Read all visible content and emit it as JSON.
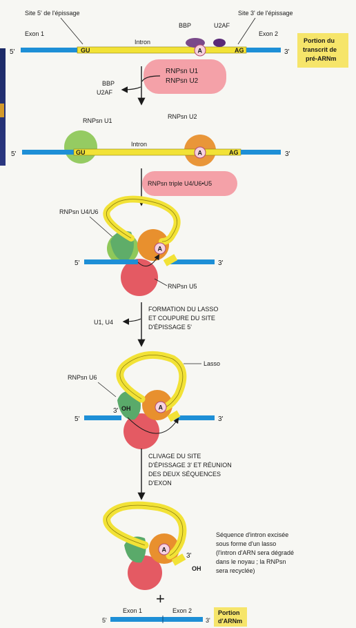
{
  "panel1": {
    "site5": "Site 5' de l'épissage",
    "site3": "Site 3' de l'épissage",
    "exon1": "Exon 1",
    "exon2": "Exon 2",
    "intron": "Intron",
    "bbp": "BBP",
    "u2af": "U2AF",
    "five": "5'",
    "three": "3'",
    "branch_a": "A",
    "gu": "GU",
    "ag": "AG",
    "box_line1": "Portion du",
    "box_line2": "transcrit de",
    "box_line3": "pré-ARNm"
  },
  "step1": {
    "released_line1": "BBP",
    "released_line2": "U2AF",
    "added_line1": "RNPsn U1",
    "added_line2": "RNPsn U2"
  },
  "panel2": {
    "u1": "RNPsn U1",
    "u2": "RNPsn U2",
    "intron": "Intron",
    "five": "5'",
    "three": "3'",
    "branch_a": "A",
    "gu": "GU",
    "ag": "AG"
  },
  "step2": {
    "added": "RNPsn triple U4/U6•U5"
  },
  "panel3": {
    "u4u6": "RNPsn U4/U6",
    "u5": "RNPsn U5",
    "five": "5'",
    "three": "3'",
    "branch_a": "A"
  },
  "step3": {
    "line1": "FORMATION DU LASSO",
    "line2": "ET COUPURE DU SITE",
    "line3": "D'ÉPISSAGE 5'",
    "released": "U1, U4"
  },
  "panel4": {
    "u6": "RNPsn U6",
    "lasso": "Lasso",
    "oh": "OH",
    "five": "5'",
    "three_left": "3'",
    "three_right": "3'",
    "branch_a": "A"
  },
  "step4": {
    "line1": "CLIVAGE DU SITE",
    "line2": "D'ÉPISSAGE 3' ET RÉUNION",
    "line3": "DES DEUX SÉQUENCES",
    "line4": "D'EXON"
  },
  "panel5": {
    "caption1": "Séquence d'intron excisée",
    "caption2": "sous forme d'un lasso",
    "caption3": "(l'intron d'ARN sera dégradé",
    "caption4": "dans le noyau ; la RNPsn",
    "caption5": "sera recyclée)",
    "three": "3'",
    "oh": "OH",
    "branch_a": "A",
    "plus": "+"
  },
  "panel6": {
    "exon1": "Exon 1",
    "exon2": "Exon 2",
    "five": "5'",
    "three": "3'",
    "box_line1": "Portion",
    "box_line2": "d'ARNm"
  },
  "colors": {
    "exon": "#1e8fd6",
    "intron": "#f2e236",
    "u1": "#8fc85a",
    "u2": "#e8902e",
    "u5": "#e45a63",
    "u6": "#5aaa6a",
    "highlight": "#f4a1a8",
    "box": "#f6e56a"
  }
}
